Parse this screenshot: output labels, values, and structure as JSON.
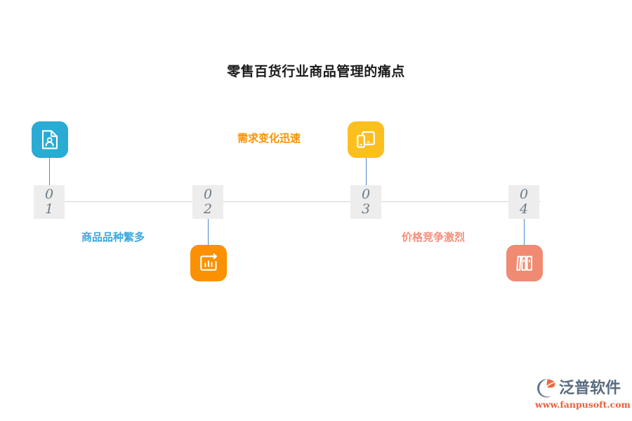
{
  "page": {
    "title": "零售百货行业商品管理的痛点",
    "background_color": "#ffffff"
  },
  "timeline": {
    "axis_color": "#d2d2d2",
    "connector_color": "#4a88cf",
    "number_box_bg": "#ededed",
    "number_color": "#6d7a86",
    "steps": [
      {
        "number": "01",
        "digit_top": "0",
        "digit_bottom": "1",
        "caption": "商品品种繁多",
        "color": "#29abd4",
        "icon": "document-person-icon",
        "icon_position": "above",
        "caption_position": "below"
      },
      {
        "number": "02",
        "digit_top": "0",
        "digit_bottom": "2",
        "caption": "需求变化迅速",
        "color": "#fb9100",
        "icon": "bar-chart-growth-icon",
        "icon_position": "below",
        "caption_position": "above"
      },
      {
        "number": "03",
        "digit_top": "0",
        "digit_bottom": "3",
        "caption": "需求变化迅速",
        "color": "#fcc01e",
        "icon": "devices-icon",
        "icon_position": "above",
        "caption_position": "none"
      },
      {
        "number": "04",
        "digit_top": "0",
        "digit_bottom": "4",
        "caption": "价格竞争激烈",
        "color": "#f08a72",
        "icon": "books-shelf-icon",
        "icon_position": "below",
        "caption_position": "above"
      }
    ],
    "captions": {
      "c1": "商品品种繁多",
      "c2": "需求变化迅速",
      "c4": "价格竞争激烈"
    },
    "caption_colors": {
      "c1": "#3aa7dd",
      "c2": "#fb9100",
      "c4": "#f58e7c"
    }
  },
  "watermark": {
    "brand": "泛普软件",
    "url": "www.fanpusoft.com",
    "brand_color": "#5a6b80",
    "url_color": "#e8603c",
    "mark_colors": {
      "gray": "#64788c",
      "orange": "#ec6b3f"
    }
  }
}
